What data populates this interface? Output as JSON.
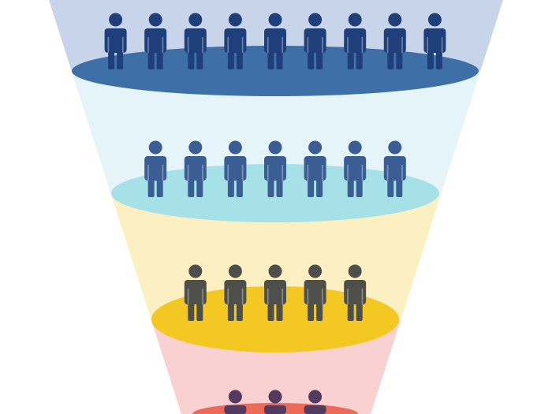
{
  "funnel": {
    "levels": [
      {
        "people_count": 9,
        "band_color": "#c7d4ea",
        "disc_color": "#3e6fa7",
        "people_color": "#1f3f7b"
      },
      {
        "people_count": 7,
        "band_color": "#e4f4f8",
        "disc_color": "#a6e1e7",
        "people_color": "#3a5d94"
      },
      {
        "people_count": 5,
        "band_color": "#fcf0c2",
        "disc_color": "#f3c823",
        "people_color": "#4e4f4a"
      },
      {
        "people_count": 3,
        "band_color": "#f9d1d1",
        "disc_color": "#ed6a58",
        "people_color": "#553a5f"
      }
    ]
  }
}
